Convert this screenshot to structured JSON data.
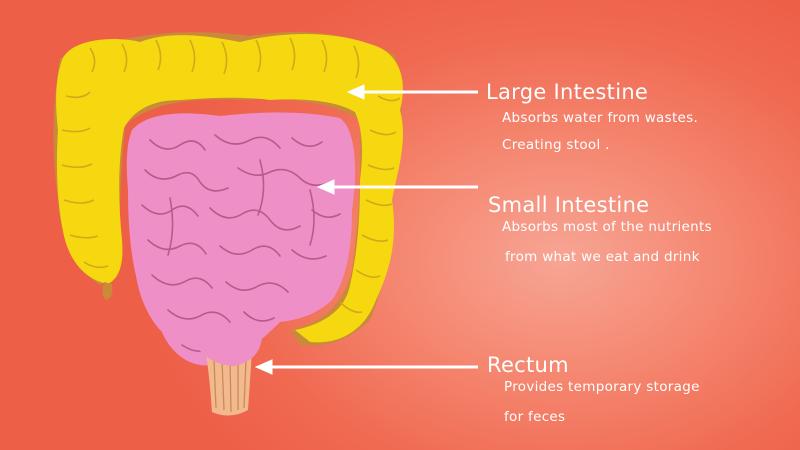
{
  "labels": {
    "large_intestine": {
      "title": "Large Intestine",
      "line1": "Absorbs water from wastes.",
      "line2": "Creating stool ."
    },
    "small_intestine": {
      "title": "Small Intestine",
      "line1": "Absorbs most of the nutrients",
      "line2": "from what we eat and drink"
    },
    "rectum": {
      "title": "Rectum",
      "line1": "Provides temporary storage",
      "line2": "for feces"
    }
  },
  "colors": {
    "background": "#ef6a51",
    "large_intestine": "#f5d80f",
    "large_intestine_shadow": "#c98a3a",
    "small_intestine": "#ee8fc8",
    "small_intestine_fold": "#b85a8a",
    "rectum": "#f2b98c",
    "arrow": "#ffffff",
    "text": "#ffffff"
  }
}
